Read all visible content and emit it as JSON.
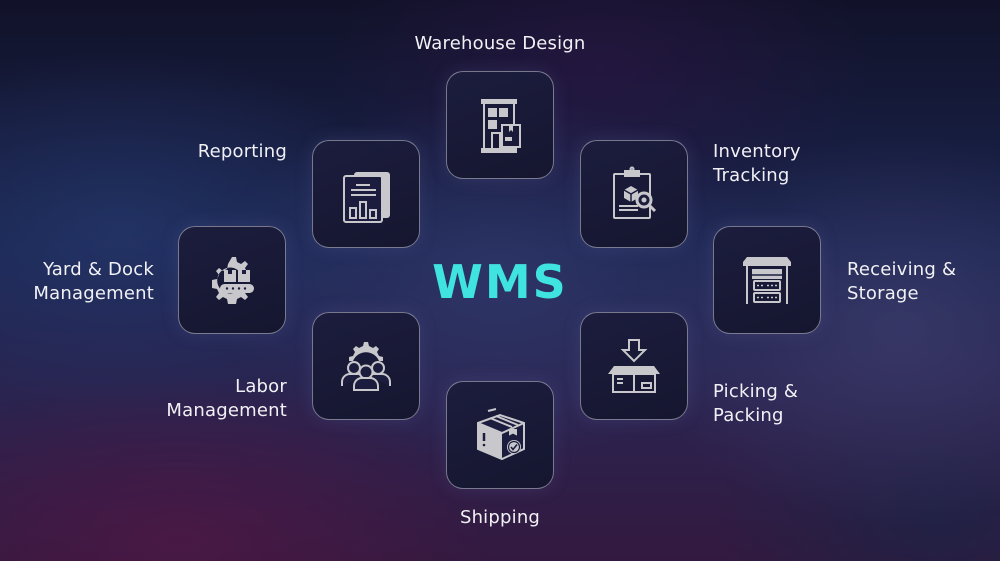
{
  "center": {
    "title": "WMS",
    "color": "#3fe3e0"
  },
  "modules": {
    "warehouse_design": {
      "label": "Warehouse Design",
      "icon": "building-with-box-icon"
    },
    "reporting": {
      "label": "Reporting",
      "icon": "report-bar-chart-icon"
    },
    "inventory_tracking": {
      "line1": "Inventory",
      "line2": "Tracking",
      "icon": "clipboard-box-magnifier-icon"
    },
    "yard_dock": {
      "line1": "Yard & Dock",
      "line2": "Management",
      "icon": "gear-conveyor-icon"
    },
    "receiving_storage": {
      "line1": "Receiving &",
      "line2": "Storage",
      "icon": "warehouse-shutter-icon"
    },
    "labor": {
      "line1": "Labor",
      "line2": "Management",
      "icon": "team-gear-icon"
    },
    "picking_packing": {
      "line1": "Picking &",
      "line2": "Packing",
      "icon": "open-box-arrow-icon"
    },
    "shipping": {
      "label": "Shipping",
      "icon": "package-check-icon"
    }
  },
  "colors": {
    "icon": "#c8c8cc",
    "label": "#f1f1f5",
    "tile_border": "#b8b8c8"
  }
}
